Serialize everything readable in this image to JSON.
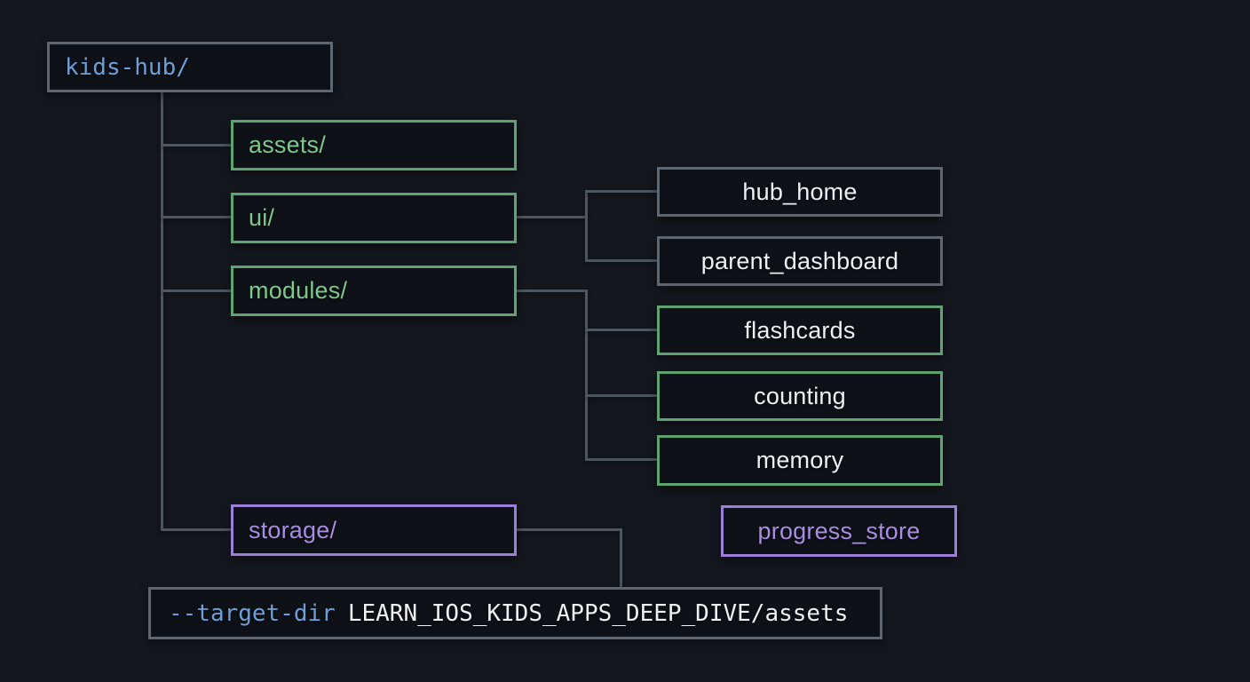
{
  "nodes": {
    "root": "kids-hub/",
    "assets": "assets/",
    "ui": "ui/",
    "modules": "modules/",
    "storage": "storage/",
    "hub_home": "hub_home",
    "parent_dashboard": "parent_dashboard",
    "flashcards": "flashcards",
    "counting": "counting",
    "memory": "memory",
    "progress_store": "progress_store"
  },
  "command": {
    "flag": "--target-dir",
    "path": "LEARN_IOS_KIDS_APPS_DEEP_DIVE/assets"
  },
  "colors": {
    "background": "#14171e",
    "box_fill": "#0e1117",
    "border_gray": "#5d6671",
    "border_green": "#5fa372",
    "border_purple": "#9d7ed9",
    "connector_gray": "#4e565f",
    "text_blue": "#6d9fd8",
    "text_green": "#7ec88e",
    "text_purple": "#a98de2",
    "text_white": "#eef0f3"
  }
}
